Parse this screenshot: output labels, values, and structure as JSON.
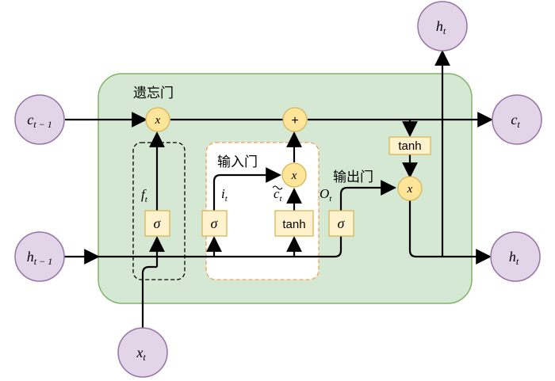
{
  "colors": {
    "cell_fill": "#d5e8d4",
    "cell_stroke": "#82b366",
    "state_fill": "#e1d5e7",
    "state_stroke": "#9673a6",
    "op_fill": "#ffe599",
    "op_stroke": "#d6b656",
    "gate_fill": "#fff2cc",
    "gate_stroke": "#d6b656",
    "input_gate_fill": "#ffffff",
    "input_gate_stroke": "#f0a05a",
    "forget_gate_stroke": "#000000",
    "line": "#000000"
  },
  "labels": {
    "forget_gate": "遗忘门",
    "input_gate": "输入门",
    "output_gate": "输出门"
  },
  "nodes": {
    "c_prev": {
      "main": "c",
      "sub": "t − 1"
    },
    "c_out": {
      "main": "c",
      "sub": "t"
    },
    "h_prev": {
      "main": "h",
      "sub": "t − 1"
    },
    "h_out_right": {
      "main": "h",
      "sub": "t"
    },
    "h_out_top": {
      "main": "h",
      "sub": "t"
    },
    "x_in": {
      "main": "x",
      "sub": "t"
    }
  },
  "ops": {
    "forget_mult": "x",
    "cell_add": "+",
    "input_mult": "x",
    "output_mult": "x"
  },
  "gates": {
    "sigma_forget": "σ",
    "sigma_input": "σ",
    "tanh_input": "tanh",
    "sigma_output": "σ",
    "tanh_output": "tanh"
  },
  "signals": {
    "f": {
      "main": "f",
      "sub": "t"
    },
    "i": {
      "main": "i",
      "sub": "t"
    },
    "c_tilde": {
      "main": "c",
      "sub": "t"
    },
    "o": {
      "main": "O",
      "sub": "t"
    }
  }
}
